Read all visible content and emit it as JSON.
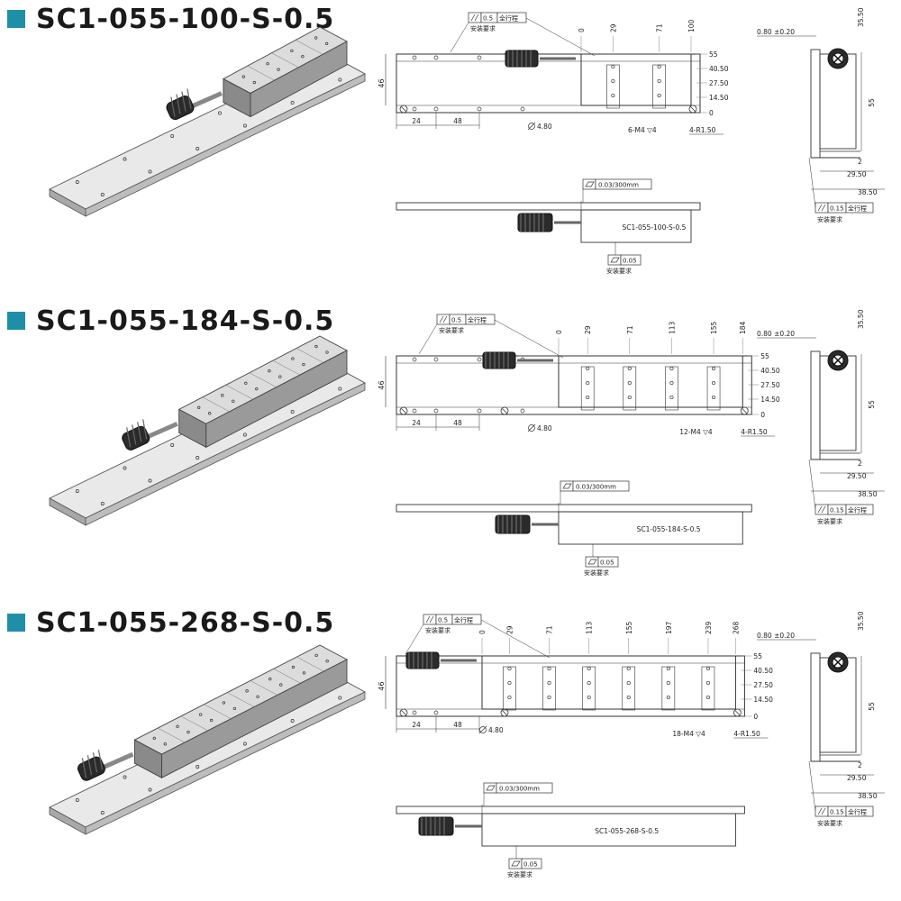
{
  "accent_color": "#1f8fa8",
  "models": [
    {
      "title": "SC1-055-100-S-0.5",
      "stations": [
        "0",
        "29",
        "71",
        "100"
      ],
      "heights": [
        "55",
        "40.50",
        "27.50",
        "14.50",
        "0"
      ],
      "height_dim": "46",
      "pitch_dims": [
        "24",
        "48"
      ],
      "hole_dia": "4.80",
      "tap_spec": "6-M4 ▽4",
      "corner_spec": "4-R1.50",
      "parallel_tol": "0.5",
      "full_stroke": "全行程",
      "install_req": "安装要求",
      "flatness_tol": "0.03/300mm",
      "bottom_tol": "0.05",
      "side_gap": "0.80 ±0.20",
      "side_top": "35.50",
      "side_height": "55",
      "side_small": "2",
      "side_mid": "29.50",
      "side_width": "38.50",
      "side_tol": "0.15",
      "label_plate": "SC1-055-100-S-0.5"
    },
    {
      "title": "SC1-055-184-S-0.5",
      "stations": [
        "0",
        "29",
        "71",
        "113",
        "155",
        "184"
      ],
      "heights": [
        "55",
        "40.50",
        "27.50",
        "14.50",
        "0"
      ],
      "height_dim": "46",
      "pitch_dims": [
        "24",
        "48"
      ],
      "hole_dia": "4.80",
      "tap_spec": "12-M4 ▽4",
      "corner_spec": "4-R1.50",
      "parallel_tol": "0.5",
      "full_stroke": "全行程",
      "install_req": "安装要求",
      "flatness_tol": "0.03/300mm",
      "bottom_tol": "0.05",
      "side_gap": "0.80 ±0.20",
      "side_top": "35.50",
      "side_height": "55",
      "side_small": "2",
      "side_mid": "29.50",
      "side_width": "38.50",
      "side_tol": "0.15",
      "label_plate": "SC1-055-184-S-0.5"
    },
    {
      "title": "SC1-055-268-S-0.5",
      "stations": [
        "0",
        "29",
        "71",
        "113",
        "155",
        "197",
        "239",
        "268"
      ],
      "heights": [
        "55",
        "40.50",
        "27.50",
        "14.50",
        "0"
      ],
      "height_dim": "46",
      "pitch_dims": [
        "24",
        "48"
      ],
      "hole_dia": "4.80",
      "tap_spec": "18-M4 ▽4",
      "corner_spec": "4-R1.50",
      "parallel_tol": "0.5",
      "full_stroke": "全行程",
      "install_req": "安装要求",
      "flatness_tol": "0.03/300mm",
      "bottom_tol": "0.05",
      "side_gap": "0.80 ±0.20",
      "side_top": "35.50",
      "side_height": "55",
      "side_small": "2",
      "side_mid": "29.50",
      "side_width": "38.50",
      "side_tol": "0.15",
      "label_plate": "SC1-055-268-S-0.5"
    }
  ]
}
